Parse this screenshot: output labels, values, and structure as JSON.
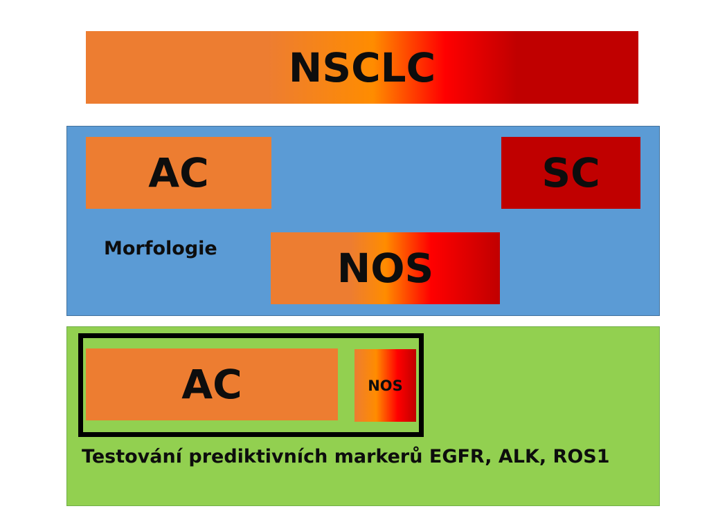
{
  "banner": {
    "label": "NSCLC"
  },
  "morphology": {
    "ac_label": "AC",
    "sc_label": "SC",
    "nos_label": "NOS",
    "caption": "Morfologie"
  },
  "testing": {
    "ac_label": "AC",
    "nos_label": "NOS",
    "caption": "Testování prediktivních markerů EGFR, ALK, ROS1"
  },
  "colors": {
    "orange": "#ed7d31",
    "dark_red": "#c00000",
    "red": "#ff0000",
    "blue_panel": "#5b9bd5",
    "green_panel": "#92d050",
    "frame": "#000000"
  }
}
